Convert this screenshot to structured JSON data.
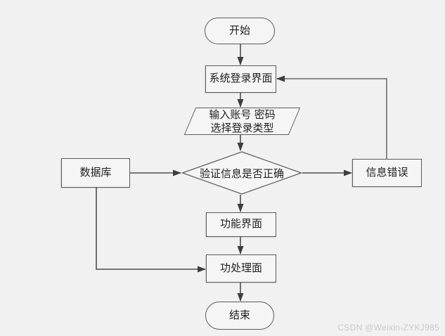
{
  "diagram": {
    "type": "flowchart",
    "nodes": {
      "start": {
        "label": "开始",
        "shape": "terminator"
      },
      "login": {
        "label": "系统登录界面",
        "shape": "process"
      },
      "input": {
        "line1": "输入账号 密码",
        "line2": "选择登录类型",
        "shape": "data-parallelogram"
      },
      "verify": {
        "label": "验证信息是否正确",
        "shape": "decision"
      },
      "database": {
        "label": "数据库",
        "shape": "process"
      },
      "error": {
        "label": "信息错误",
        "shape": "process"
      },
      "function": {
        "label": "功能界面",
        "shape": "process"
      },
      "process": {
        "label": "功处理面",
        "shape": "process"
      },
      "end": {
        "label": "结束",
        "shape": "terminator"
      }
    },
    "edges": [
      {
        "from": "start",
        "to": "login"
      },
      {
        "from": "login",
        "to": "input"
      },
      {
        "from": "input",
        "to": "verify"
      },
      {
        "from": "database",
        "to": "verify"
      },
      {
        "from": "verify",
        "to": "error"
      },
      {
        "from": "error",
        "to": "login"
      },
      {
        "from": "verify",
        "to": "function"
      },
      {
        "from": "function",
        "to": "process"
      },
      {
        "from": "database",
        "to": "process"
      },
      {
        "from": "process",
        "to": "end"
      }
    ],
    "colors": {
      "background": "#f1f1f1",
      "shape_fill": "#f5f5f5",
      "shape_border": "#5b5b5b",
      "edge_line": "#4d4d4d",
      "feedback_edge_line": "#8a8a8a",
      "arrowhead": "#3d3d3d",
      "text": "#1f1f1f",
      "watermark": "#c9c9c9"
    },
    "watermark": "CSDN @Weixin-ZYKJ985"
  }
}
